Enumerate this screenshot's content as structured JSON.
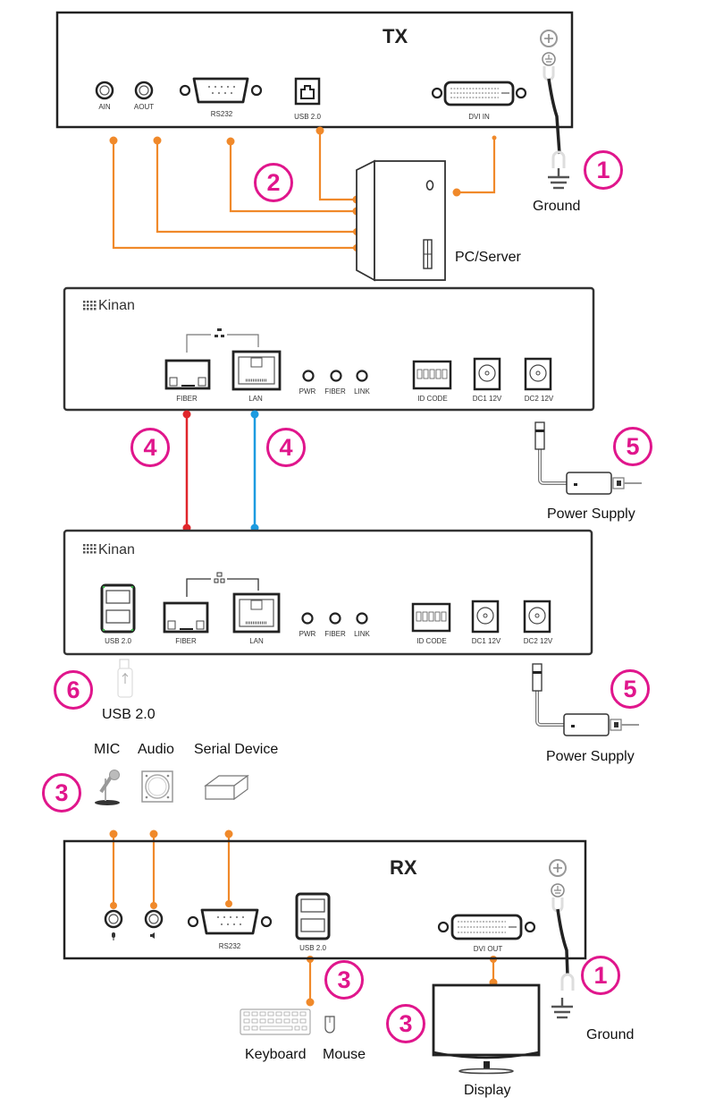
{
  "colors": {
    "accent_number": "#e0168c",
    "cable_orange": "#f0892a",
    "fiber_red": "#e0262b",
    "lan_blue": "#1d9be0",
    "outline": "#222222"
  },
  "tx_unit": {
    "title": "TX",
    "ports": [
      "AIN",
      "AOUT",
      "RS232",
      "USB 2.0",
      "DVI IN"
    ]
  },
  "pc": {
    "label": "PC/Server"
  },
  "ground_top": {
    "label": "Ground",
    "number": "1"
  },
  "step2": {
    "number": "2"
  },
  "extender_tx": {
    "brand": "Kinan",
    "ports": [
      "FIBER",
      "LAN",
      "PWR",
      "FIBER",
      "LINK",
      "ID CODE",
      "DC1 12V",
      "DC2 12V"
    ]
  },
  "link": {
    "fiber_number": "4",
    "lan_number": "4"
  },
  "power_supply_top": {
    "label": "Power Supply",
    "number": "5"
  },
  "extender_rx": {
    "brand": "Kinan",
    "ports": [
      "USB 2.0",
      "FIBER",
      "LAN",
      "PWR",
      "FIBER",
      "LINK",
      "ID CODE",
      "DC1 12V",
      "DC2 12V"
    ]
  },
  "usb_device": {
    "label": "USB 2.0",
    "number": "6"
  },
  "power_supply_bottom": {
    "label": "Power Supply",
    "number": "5"
  },
  "peripherals": {
    "number": "3",
    "items": [
      "MIC",
      "Audio",
      "Serial Device"
    ]
  },
  "rx_unit": {
    "title": "RX",
    "ports": [
      "RS232",
      "USB 2.0",
      "DVI OUT"
    ]
  },
  "usb_peripherals": {
    "number": "3",
    "keyboard": "Keyboard",
    "mouse": "Mouse"
  },
  "display": {
    "label": "Display",
    "number": "3"
  },
  "ground_bottom": {
    "label": "Ground",
    "number": "1"
  }
}
